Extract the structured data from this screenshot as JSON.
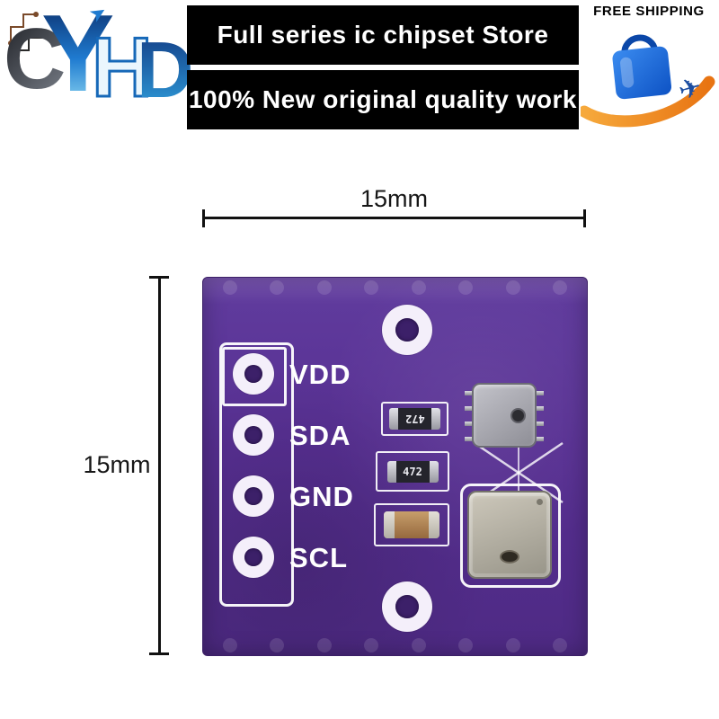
{
  "header": {
    "logo_letters": [
      "C",
      "Y",
      "H",
      "D"
    ],
    "banner_line1": "Full series ic chipset Store",
    "banner_line2": "100% New original quality work",
    "free_shipping": "FREE SHIPPING"
  },
  "icons": {
    "plane": "✈",
    "logo_arrow": "➤"
  },
  "diagram": {
    "width_label": "15mm",
    "height_label": "15mm"
  },
  "pcb": {
    "pins": [
      "VDD",
      "SDA",
      "GND",
      "SCL"
    ],
    "resistors": [
      "472",
      "472"
    ]
  },
  "colors": {
    "board_purple": "#552F92",
    "silkscreen_white": "#FFFFFF",
    "bag_blue": "#1E6FD6",
    "swoosh_orange": "#F28A1E",
    "banner_black": "#000000"
  }
}
